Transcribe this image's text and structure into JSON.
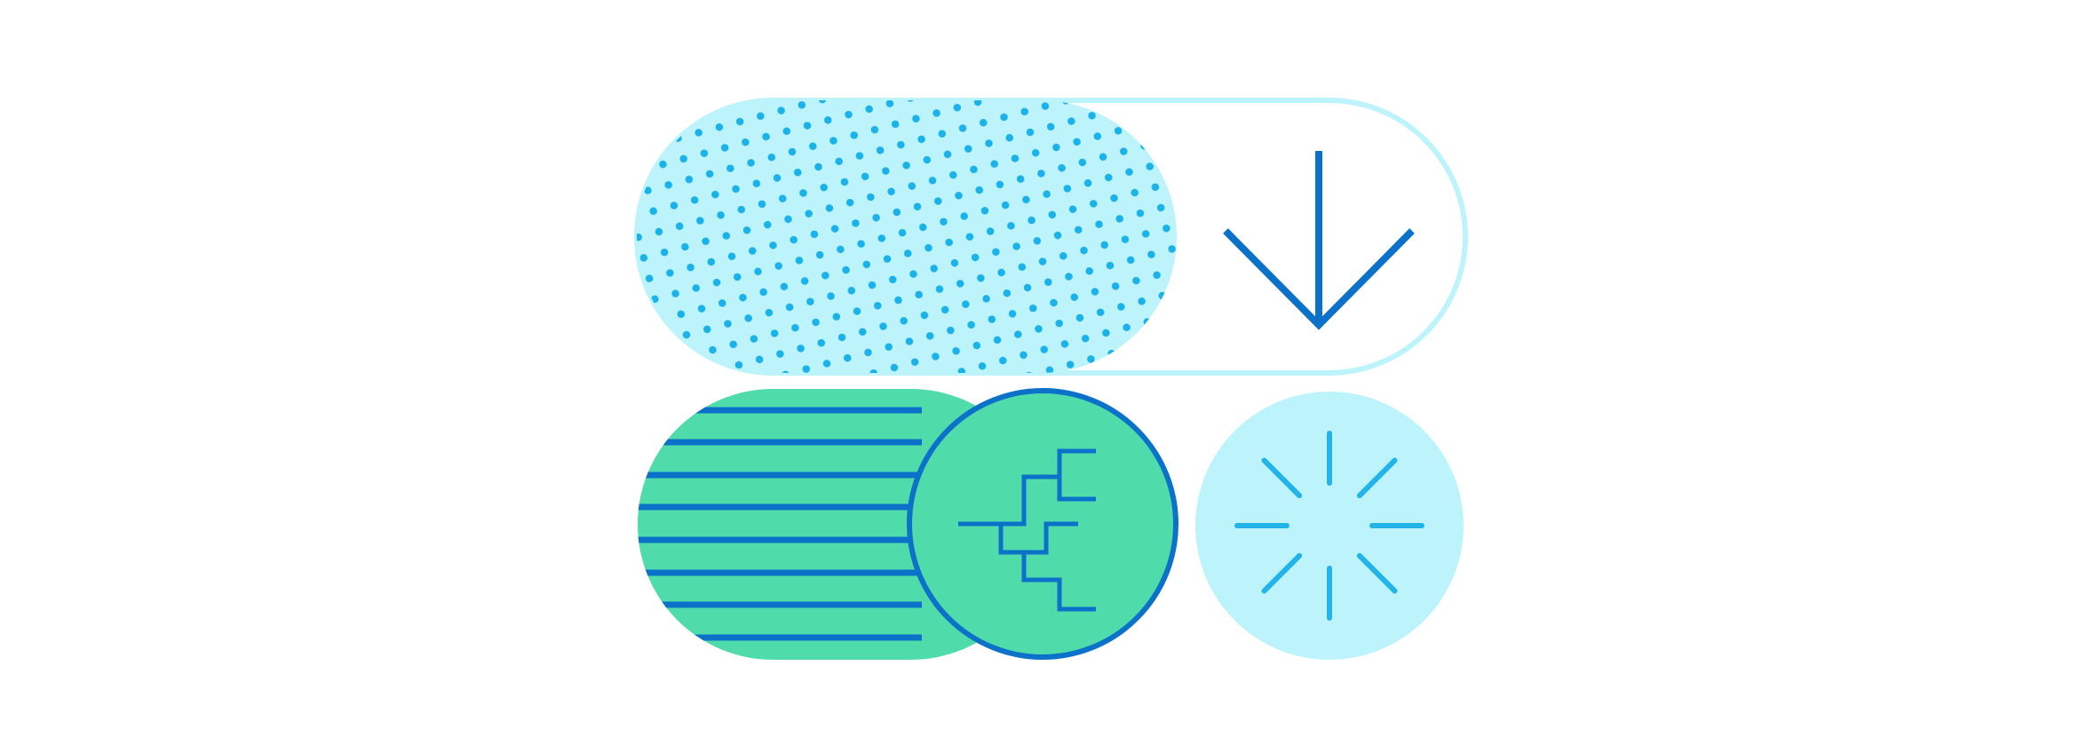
{
  "illustration": {
    "colors": {
      "background": "#ffffff",
      "light_cyan": "#bdf4fb",
      "dot_blue": "#1ab2e8",
      "green": "#50dcaa",
      "dark_blue": "#0b71c9",
      "spark_blue": "#22b4e8"
    },
    "top_toggle": {
      "pattern": "dots",
      "icon": "arrow-down-icon"
    },
    "bottom_toggle": {
      "pattern": "stripes",
      "icon": "bracket-tree-icon"
    },
    "spinner": {
      "icon": "loading-spinner-icon",
      "rays": 8
    }
  }
}
